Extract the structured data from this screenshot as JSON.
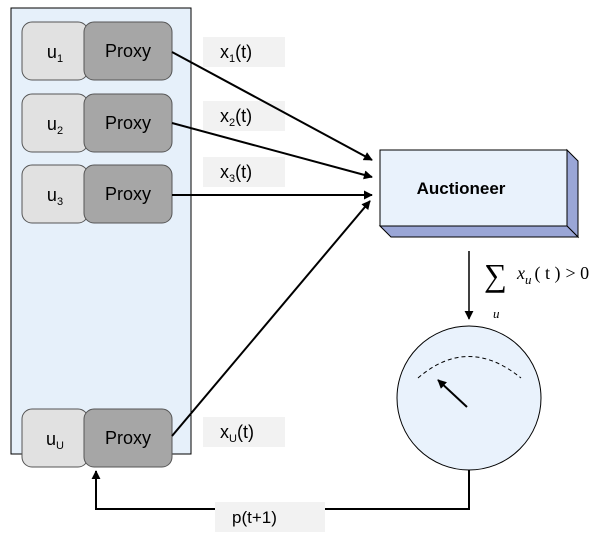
{
  "users": [
    {
      "base": "u",
      "sub": "1",
      "proxy_label": "Proxy",
      "signal_base": "x",
      "signal_sub": "1",
      "signal_suffix": "(t)"
    },
    {
      "base": "u",
      "sub": "2",
      "proxy_label": "Proxy",
      "signal_base": "x",
      "signal_sub": "2",
      "signal_suffix": "(t)"
    },
    {
      "base": "u",
      "sub": "3",
      "proxy_label": "Proxy",
      "signal_base": "x",
      "signal_sub": "3",
      "signal_suffix": "(t)"
    },
    {
      "base": "u",
      "sub": "U",
      "proxy_label": "Proxy",
      "signal_base": "x",
      "signal_sub": "U",
      "signal_suffix": "(t)"
    }
  ],
  "auctioneer": {
    "label": "Auctioneer"
  },
  "condition": {
    "sum_symbol": "∑",
    "sum_index": "u",
    "term_base": "x",
    "term_sub": "u",
    "term_arg": "( t )",
    "relation": "> 0"
  },
  "feedback": {
    "label": "p(t+1)"
  },
  "colors": {
    "panel_fill": "#e6f0fa",
    "user_fill": "#e1e1e1",
    "proxy_fill": "#a6a6a6",
    "box_face": "#e9f2fc",
    "box_side": "#9aa6d6",
    "label_bg": "#f2f2f2"
  }
}
